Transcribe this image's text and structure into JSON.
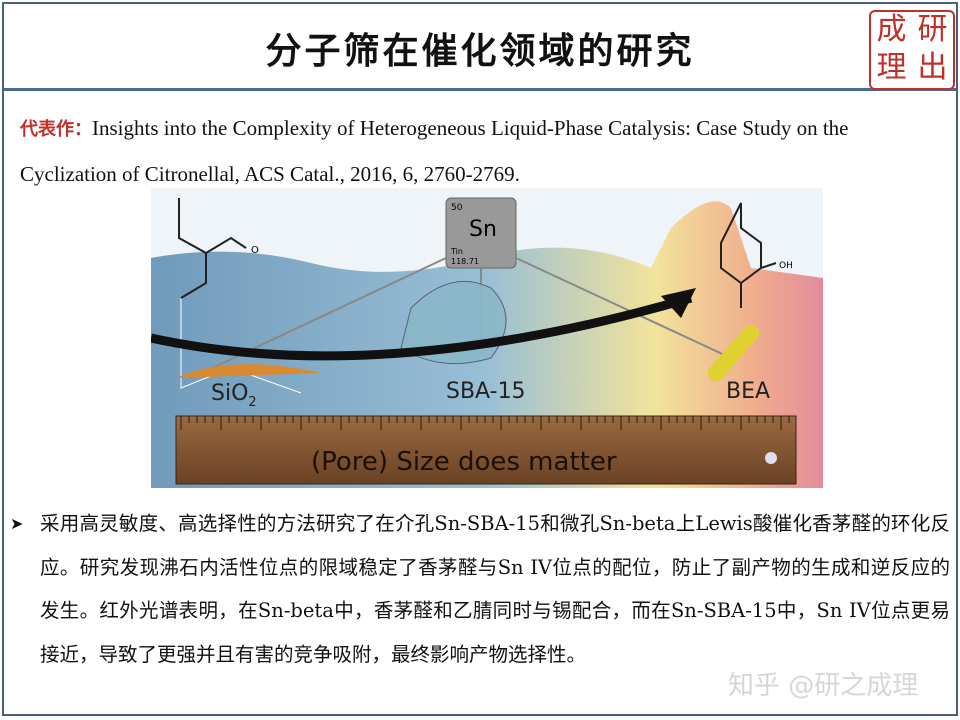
{
  "header": {
    "title": "分子筛在催化领域的研究",
    "seal_text": [
      "研",
      "成",
      "理",
      "出"
    ]
  },
  "citation": {
    "label": "代表作：",
    "text": "Insights into the Complexity of Heterogeneous Liquid-Phase Catalysis: Case Study on the Cyclization of Citronellal, ACS Catal., 2016, 6, 2760-2769."
  },
  "figure": {
    "element_number": "50",
    "element_symbol": "Sn",
    "element_name": "Tin",
    "element_mass": "118.71",
    "labels": {
      "sio2": "SiO",
      "sio2_sub": "2",
      "sba": "SBA-15",
      "bea": "BEA",
      "ruler": "(Pore) Size does matter",
      "oh": "OH",
      "o": "O"
    }
  },
  "body": {
    "text": "采用高灵敏度、高选择性的方法研究了在介孔Sn-SBA-15和微孔Sn-beta上Lewis酸催化香茅醛的环化反应。研究发现沸石内活性位点的限域稳定了香茅醛与Sn IV位点的配位，防止了副产物的生成和逆反应的发生。红外光谱表明，在Sn-beta中，香茅醛和乙腈同时与锡配合，而在Sn-SBA-15中，Sn IV位点更易接近，导致了更强并且有害的竞争吸附，最终影响产物选择性。"
  },
  "watermark": "知乎 @研之成理"
}
